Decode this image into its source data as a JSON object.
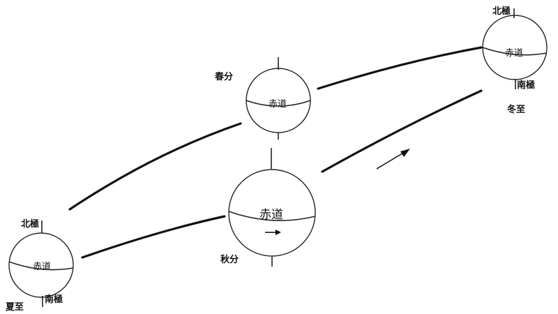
{
  "labels": {
    "spring_equinox": "春分",
    "autumn_equinox": "秋分",
    "summer_solstice": "夏至",
    "winter_solstice": "冬至",
    "north_pole": "北極",
    "south_pole": "南極",
    "equator": "赤道"
  },
  "colors": {
    "ink": "#111111",
    "background": "#ffffff"
  }
}
